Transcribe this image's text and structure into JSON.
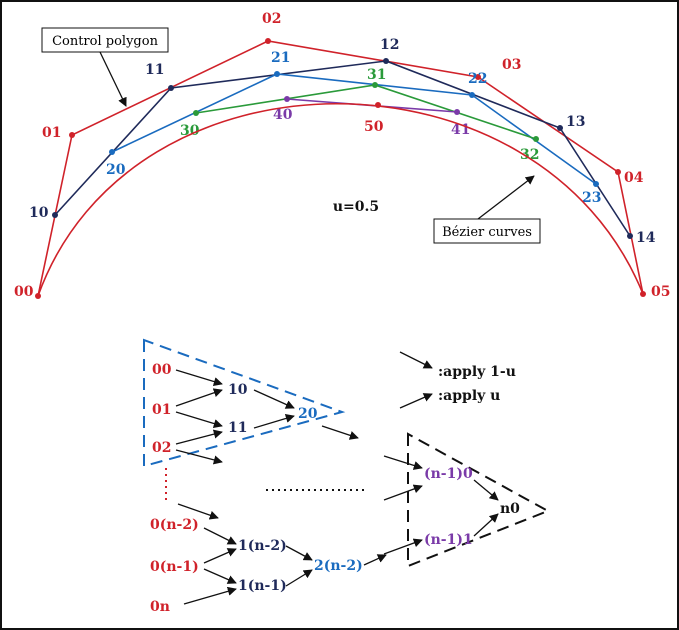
{
  "colors": {
    "red": "#d0222a",
    "navy": "#1f2a5a",
    "blue": "#1a6bbf",
    "green": "#2a9a3a",
    "purple": "#7a3aa8",
    "black": "#111111"
  },
  "top_diagram": {
    "callouts": {
      "control_polygon": "Control polygon",
      "bezier_curves": "Bézier curves",
      "param": "u=0.5"
    },
    "levels": [
      {
        "color": "red",
        "labels": [
          "00",
          "01",
          "02",
          "03",
          "04",
          "05"
        ]
      },
      {
        "color": "navy",
        "labels": [
          "10",
          "11",
          "12",
          "13",
          "14"
        ]
      },
      {
        "color": "blue",
        "labels": [
          "20",
          "21",
          "22",
          "23"
        ]
      },
      {
        "color": "green",
        "labels": [
          "30",
          "31",
          "32"
        ]
      },
      {
        "color": "purple",
        "labels": [
          "40",
          "41"
        ]
      },
      {
        "color": "red",
        "labels": [
          "50"
        ]
      }
    ]
  },
  "bottom_diagram": {
    "legend": {
      "apply_1_minus_u": ":apply 1-u",
      "apply_u": ":apply u"
    },
    "nodes": {
      "n00": "00",
      "n01": "01",
      "n02": "02",
      "n10": "10",
      "n11": "11",
      "n20": "20",
      "n0n2": "0(n-2)",
      "n0n1": "0(n-1)",
      "n0n": "0n",
      "n1n2": "1(n-2)",
      "n1n1": "1(n-1)",
      "n2n2": "2(n-2)",
      "nn10": "(n-1)0",
      "nn11": "(n-1)1",
      "nn0": "n0"
    }
  }
}
